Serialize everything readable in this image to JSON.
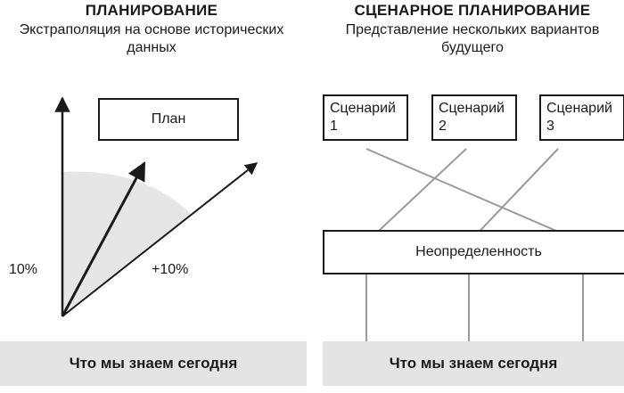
{
  "left": {
    "title": "ПЛАНИРОВАНИЕ",
    "subtitle_line1": "Экстраполяция на основе исторических",
    "subtitle_line2": "данных",
    "plan_box": "План",
    "label_left": "10%",
    "label_right": "+10%",
    "bottom_band": "Что мы знаем сегодня"
  },
  "right": {
    "title": "СЦЕНАРНОЕ ПЛАНИРОВАНИЕ",
    "subtitle_line1": "Представление нескольких вариантов",
    "subtitle_line2": "будущего",
    "scenarios": [
      {
        "word": "Сценарий",
        "num": "1"
      },
      {
        "word": "Сценарий",
        "num": "2"
      },
      {
        "word": "Сценарий",
        "num": "3"
      }
    ],
    "uncertainty_box": "Неопределенность",
    "bottom_band": "Что мы знаем сегодня"
  },
  "colors": {
    "ink": "#1a1a1a",
    "band_fill": "#e4e4e4",
    "wedge_fill": "#e6e6e6",
    "line_gray": "#9a9a9a"
  }
}
